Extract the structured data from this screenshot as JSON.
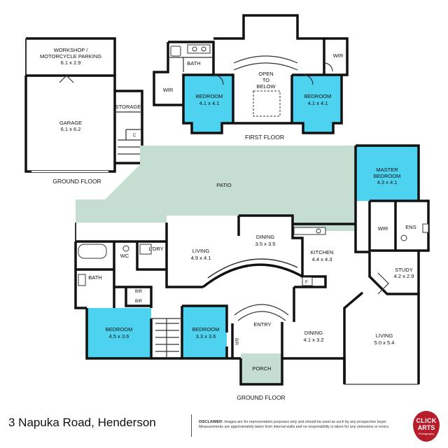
{
  "rooms": {
    "workshop": {
      "name": "WORKSHOP /\nMOTORCYCLE PARKING",
      "line1": "WORKSHOP /",
      "line2": "MOTORCYCLE PARKING",
      "size": "6.1 x 2.9"
    },
    "garage": {
      "name": "GARAGE",
      "size": "6.1 x 6.2"
    },
    "storage": {
      "name": "STORAGE"
    },
    "garage_c": {
      "name": "C"
    },
    "fbath": {
      "name": "BATH"
    },
    "fwir_left": {
      "name": "WIR"
    },
    "fwir_right": {
      "name": "WIR"
    },
    "fbed_left": {
      "name": "BEDROOM",
      "size": "4.1 x 4.1"
    },
    "fbed_right": {
      "name": "BEDROOM",
      "size": "4.1 x 4.1"
    },
    "open": {
      "line1": "OPEN",
      "line2": "TO",
      "line3": "BELOW"
    },
    "patio": {
      "name": "PATIO"
    },
    "master": {
      "line1": "MASTER",
      "line2": "BEDROOM",
      "size": "4.3 x 4.1"
    },
    "mwir": {
      "name": "WIR"
    },
    "ens": {
      "name": "ENS"
    },
    "study": {
      "name": "STUDY",
      "size": "4.2 x 2.9"
    },
    "dining1": {
      "name": "DINING",
      "size": "3.5 x 3.5"
    },
    "kitchen": {
      "name": "KITCHEN",
      "size": "4.4 x 4.3"
    },
    "fridge": {
      "name": "F"
    },
    "living1": {
      "name": "LIVING",
      "size": "4.9 x 4.1"
    },
    "ldry": {
      "name": "L'DRY"
    },
    "wc": {
      "name": "WC"
    },
    "gbath": {
      "name": "BATH"
    },
    "bir1": {
      "name": "BIR"
    },
    "bir2": {
      "name": "BIR"
    },
    "bir3": {
      "name": "BIR"
    },
    "gbed1": {
      "name": "BEDROOM",
      "size": "4.5 x 3.6"
    },
    "gbed2": {
      "name": "BEDROOM",
      "size": "3.3 x 3.6"
    },
    "entry": {
      "name": "ENTRY"
    },
    "porch": {
      "name": "PORCH"
    },
    "dining2": {
      "name": "DINING",
      "size": "4.1 x 3.2"
    },
    "living2": {
      "name": "LIVING",
      "size": "5.0 x 5.4"
    }
  },
  "floors": {
    "ground_top": "GROUND FLOOR",
    "first": "FIRST FLOOR",
    "ground_main": "GROUND FLOOR"
  },
  "colors": {
    "bedroom": "#4dd3f0",
    "patio": "#c6ddd1",
    "wall": "#111111",
    "logo": "#b71c2b"
  },
  "footer": {
    "address": "3 Napuka Road, Henderson",
    "disclaimer_label": "DISCLAIMER:",
    "disclaimer_text": "Images are for representation purposes only and should be used as such by any prospective buyer. Measurements are approximately taken from internal walls and no responsibility is taken for any omissions or errors.",
    "logo_line1": "CLICK",
    "logo_line2": "ARTS",
    "logo_line3": "Photography"
  }
}
